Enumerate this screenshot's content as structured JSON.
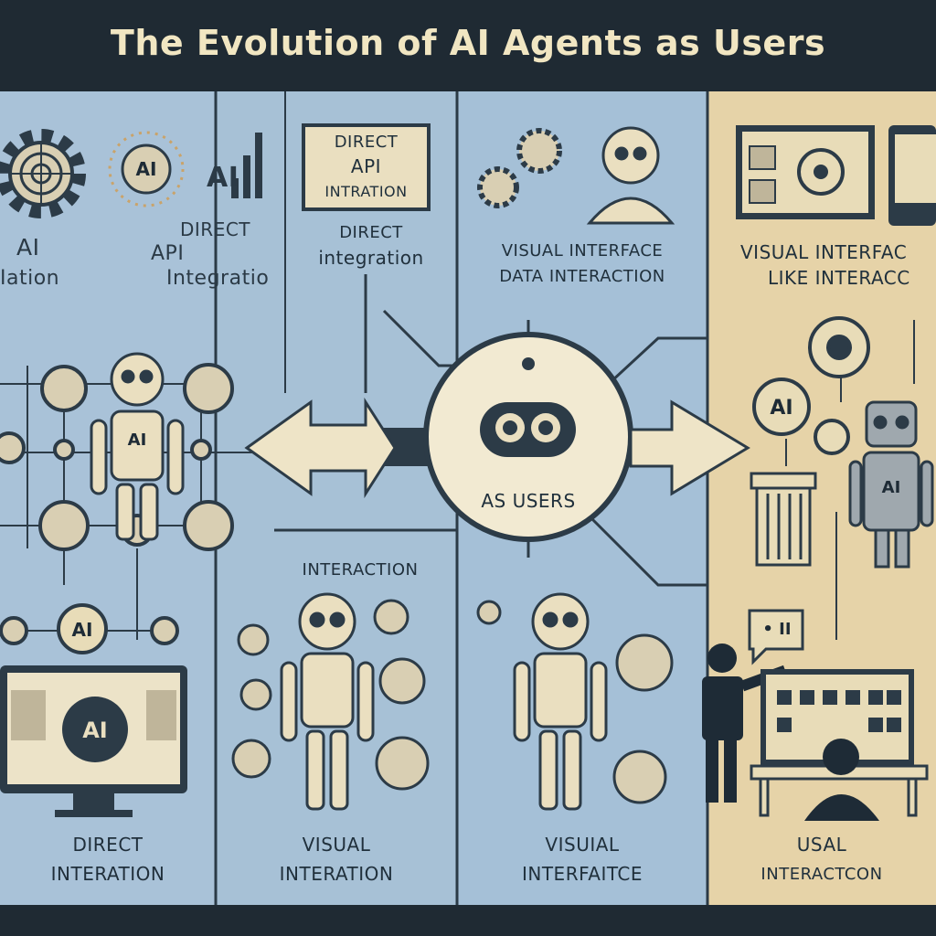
{
  "title": "The Evolution of AI Agents as Users",
  "panel1": {
    "top_left_label": [
      "AI",
      "Iation"
    ],
    "top_mid_label": [
      "DIRECT",
      "API",
      "Integratio"
    ],
    "gear_logo_text": "AI",
    "bars_text": "AI",
    "robot_badge": "AI",
    "node_badge": "AI",
    "monitor_badge": "AI",
    "bottom_label": [
      "DIRECT",
      "INTERATION"
    ]
  },
  "panel2": {
    "box_label": [
      "DIRECT",
      "API",
      "INTRATION"
    ],
    "sub_label": [
      "DIRECT",
      "integration"
    ],
    "mid_label": "INTERACTION",
    "bottom_label": [
      "VISUAL",
      "INTERATION"
    ]
  },
  "panel3": {
    "top_label": [
      "VISUAL INTERFACE",
      "DATA INTERACTION"
    ],
    "hub_label": "AS USERS",
    "bottom_label": [
      "VISUIAL",
      "INTERFAITCE"
    ]
  },
  "panel4": {
    "top_label": [
      "VISUAL INTERFAC",
      "LIKE INTERACC"
    ],
    "badge_ai": "AI",
    "robot_badge": "AI",
    "speech_text": "• II",
    "bottom_label": [
      "USAL",
      "INTERACTCON"
    ]
  },
  "colors": {
    "background": "#1f2a33",
    "panel_blue": "#a9c2d8",
    "panel_tan": "#e6d3a8",
    "cream": "#f2ead2",
    "ink": "#20303c"
  }
}
